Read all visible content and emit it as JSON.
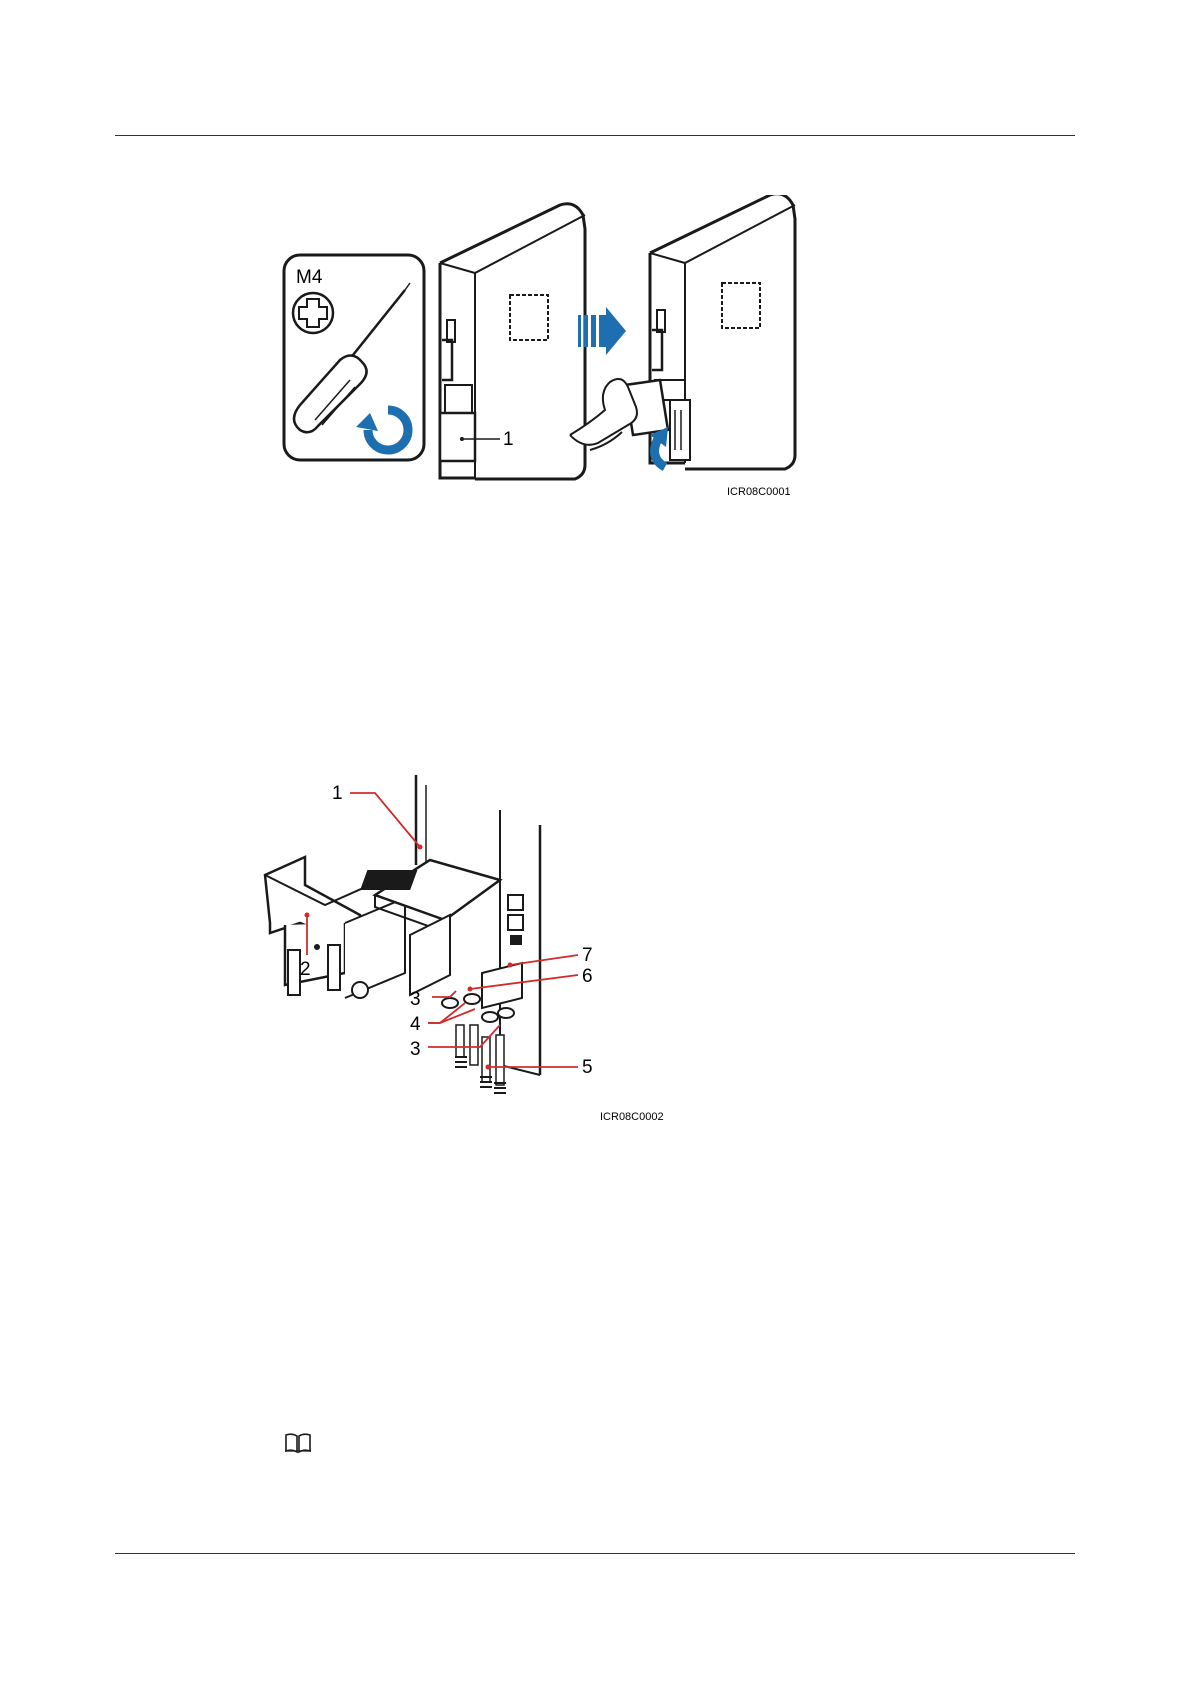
{
  "figure1": {
    "tool_label": "M4",
    "callout_1": "1",
    "figure_id": "ICR08C0001",
    "colors": {
      "accent": "#1e6fb0",
      "line": "#1a1a1a"
    }
  },
  "figure2": {
    "callouts": {
      "c1": "1",
      "c2": "2",
      "c3a": "3",
      "c4": "4",
      "c3b": "3",
      "c5": "5",
      "c6": "6",
      "c7": "7"
    },
    "figure_id": "ICR08C0002",
    "colors": {
      "leader": "#d22b2b",
      "line": "#1a1a1a"
    }
  },
  "note": {
    "icon": "book-icon"
  }
}
